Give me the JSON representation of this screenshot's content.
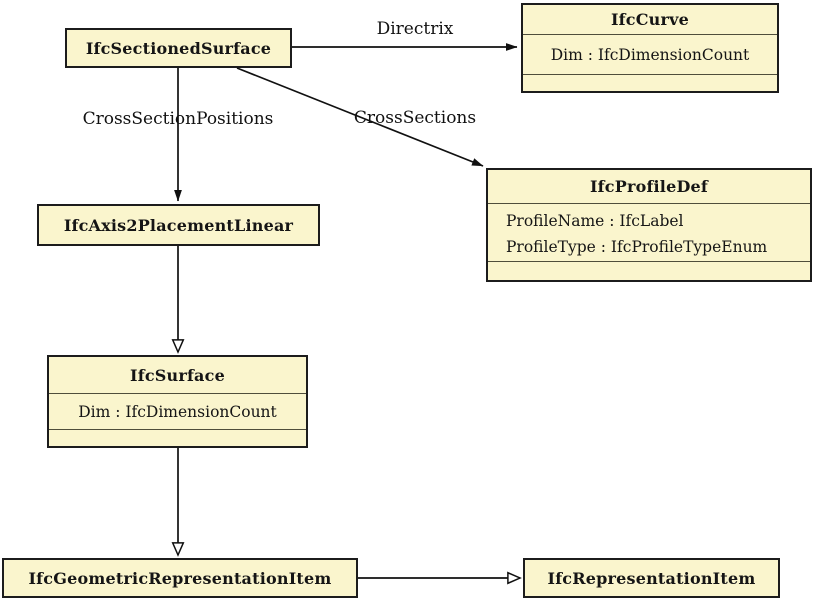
{
  "diagram": {
    "kind": "uml-class-diagram",
    "colors": {
      "background": "#FFFFFF",
      "box_fill": "#FAF5CD",
      "box_border": "#1C1C1C",
      "edge_line": "#111111",
      "separator": "#4F4E3B"
    }
  },
  "classes": {
    "sectioned_surface": {
      "name": "IfcSectionedSurface",
      "attributes": []
    },
    "curve": {
      "name": "IfcCurve",
      "attributes": [
        "Dim : IfcDimensionCount"
      ]
    },
    "profile_def": {
      "name": "IfcProfileDef",
      "attributes": [
        "ProfileName : IfcLabel",
        "ProfileType : IfcProfileTypeEnum"
      ]
    },
    "axis2_placement_linear": {
      "name": "IfcAxis2PlacementLinear",
      "attributes": []
    },
    "surface": {
      "name": "IfcSurface",
      "attributes": [
        "Dim : IfcDimensionCount"
      ]
    },
    "geometric_representation_item": {
      "name": "IfcGeometricRepresentationItem",
      "attributes": []
    },
    "representation_item": {
      "name": "IfcRepresentationItem",
      "attributes": []
    }
  },
  "relationships": [
    {
      "from": "IfcSectionedSurface",
      "to": "IfcCurve",
      "label": "Directrix",
      "kind": "association",
      "arrowhead": "filled"
    },
    {
      "from": "IfcSectionedSurface",
      "to": "IfcAxis2PlacementLinear",
      "label": "CrossSectionPositions",
      "kind": "association",
      "arrowhead": "filled"
    },
    {
      "from": "IfcSectionedSurface",
      "to": "IfcProfileDef",
      "label": "CrossSections",
      "kind": "association",
      "arrowhead": "filled"
    },
    {
      "from": "IfcAxis2PlacementLinear",
      "to": "IfcSurface",
      "label": "",
      "kind": "generalization",
      "arrowhead": "open-triangle"
    },
    {
      "from": "IfcSurface",
      "to": "IfcGeometricRepresentationItem",
      "label": "",
      "kind": "generalization",
      "arrowhead": "open-triangle"
    },
    {
      "from": "IfcGeometricRepresentationItem",
      "to": "IfcRepresentationItem",
      "label": "",
      "kind": "generalization",
      "arrowhead": "open-triangle"
    }
  ]
}
